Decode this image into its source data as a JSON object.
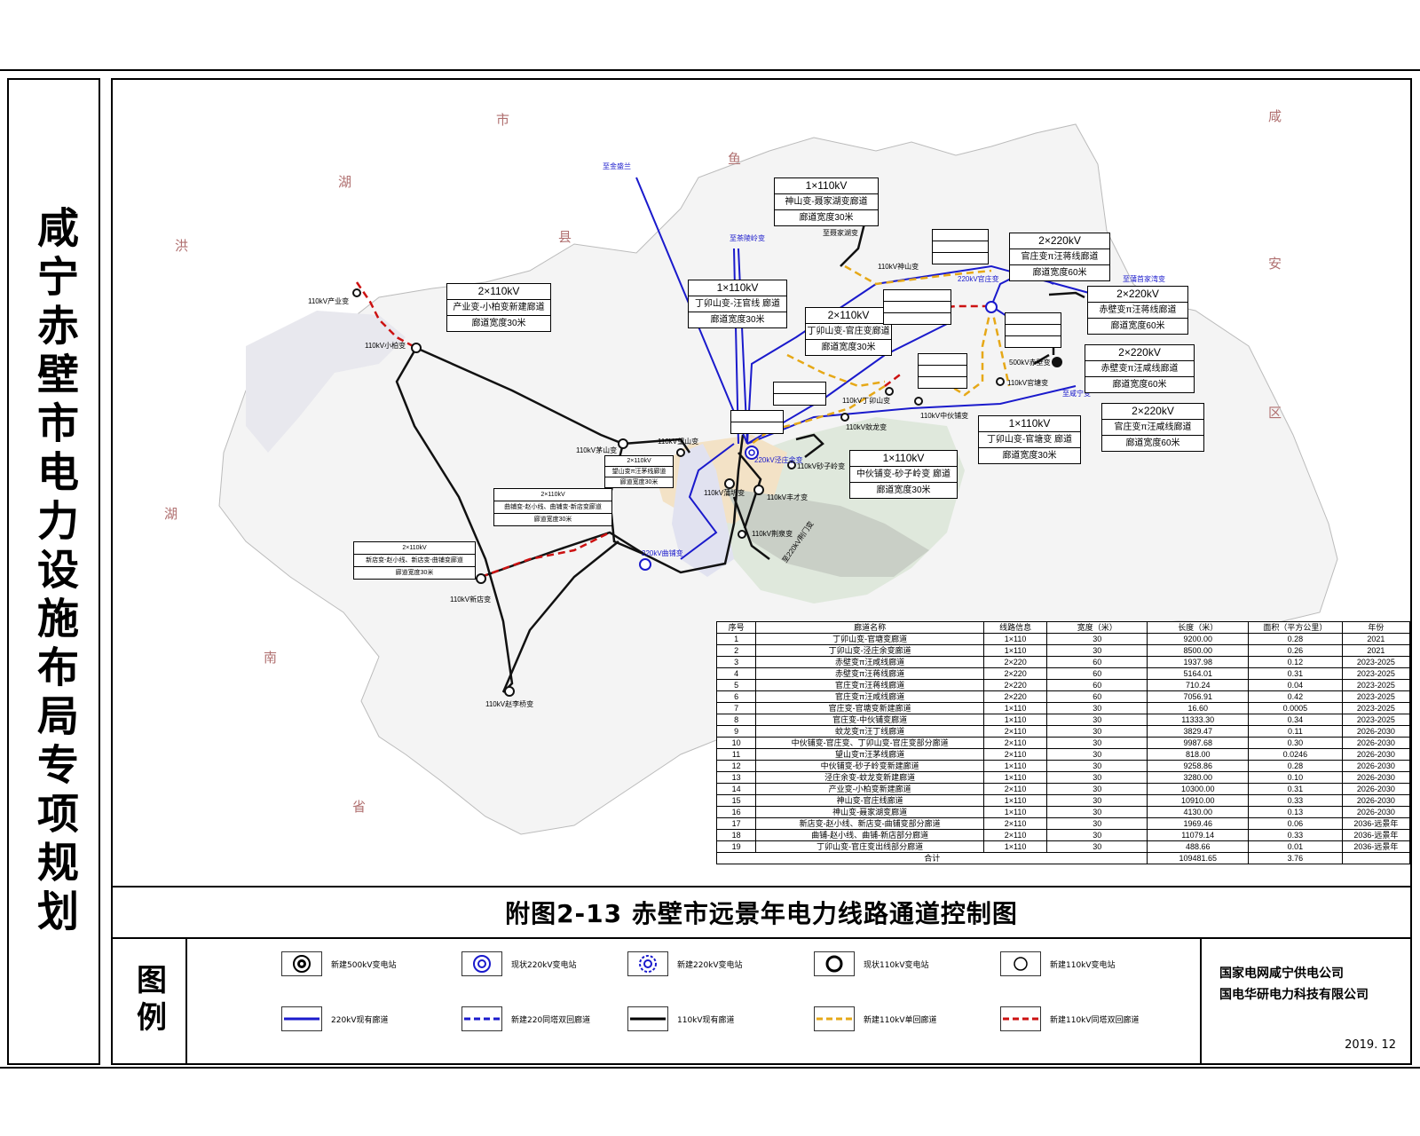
{
  "side_title": "咸宁赤壁市电力设施布局专项规划",
  "map_title": "附图2-13 赤壁市远景年电力线路通道控制图",
  "legend": {
    "heading": "图例",
    "items": [
      {
        "label": "新建500kV变电站",
        "icon": "double-ring-black"
      },
      {
        "label": "现状220kV变电站",
        "icon": "double-ring-blue"
      },
      {
        "label": "新建220kV变电站",
        "icon": "double-ring-blue-dashed"
      },
      {
        "label": "现状110kV变电站",
        "icon": "ring-black-thick"
      },
      {
        "label": "新建110kV变电站",
        "icon": "ring-black-thin"
      },
      {
        "label": "220kV现有廊道",
        "icon": "line-blue-solid"
      },
      {
        "label": "新建220同塔双回廊道",
        "icon": "line-blue-dashed"
      },
      {
        "label": "110kV现有廊道",
        "icon": "line-black-solid"
      },
      {
        "label": "新建110kV单回廊道",
        "icon": "line-orange-dashed"
      },
      {
        "label": "新建110kV同塔双回廊道",
        "icon": "line-red-dashed"
      }
    ]
  },
  "company": {
    "line1": "国家电网咸宁供电公司",
    "line2": "国电华研电力科技有限公司",
    "date": "2019. 12"
  },
  "regions": [
    "市",
    "鱼",
    "县",
    "湖",
    "洪",
    "湖",
    "南",
    "省",
    "咸",
    "安",
    "区"
  ],
  "stations": [
    "110kV产业变",
    "110kV小柏变",
    "110kV茅山变",
    "110kV望山变",
    "220kV泾庄余变",
    "110kV蒲圻变",
    "110kV丰才变",
    "110kV荆泉变",
    "220kV曲铺变",
    "110kV新店变",
    "110kV赵李桥变",
    "110kV丁卯山变",
    "110kV蚊龙变",
    "110kV砂子岭变",
    "110kV中伙铺变",
    "220kV官庄变",
    "110kV神山变",
    "500kV赤壁变",
    "110kV官塘变",
    "至聂家湖变",
    "至蒲首家湾变",
    "至金盛兰",
    "至茶陵岭变",
    "至咸宁变",
    "至220kV荆门变"
  ],
  "corridor_boxes": [
    {
      "voltage": "1×110kV",
      "name": "神山变-聂家湖变廊道",
      "width": "廊道宽度30米"
    },
    {
      "voltage": "2×220kV",
      "name": "官庄变π汪蒋线廊道",
      "width": "廊道宽度60米"
    },
    {
      "voltage": "2×220kV",
      "name": "赤壁变π汪蒋线廊道",
      "width": "廊道宽度60米"
    },
    {
      "voltage": "2×220kV",
      "name": "赤壁变π汪咸线廊道",
      "width": "廊道宽度60米"
    },
    {
      "voltage": "2×220kV",
      "name": "官庄变π汪咸线廊道",
      "width": "廊道宽度60米"
    },
    {
      "voltage": "1×110kV",
      "name": "丁卯山变-官塘变 廊道",
      "width": "廊道宽度30米"
    },
    {
      "voltage": "1×110kV",
      "name": "中伙铺变-砂子岭变 廊道",
      "width": "廊道宽度30米"
    },
    {
      "voltage": "2×110kV",
      "name": "丁卯山变-官庄变廊道",
      "width": "廊道宽度30米"
    },
    {
      "voltage": "1×110kV",
      "name": "丁卯山变-汪官线 廊道",
      "width": "廊道宽度30米"
    },
    {
      "voltage": "2×110kV",
      "name": "产业变-小柏变新建廊道",
      "width": "廊道宽度30米"
    },
    {
      "voltage": "2×110kV",
      "name": "望山变π汪茅线廊道",
      "width": "廊道宽度30米"
    },
    {
      "voltage": "2×110kV",
      "name": "曲铺变-赵小线、曲铺变-新店变廊道",
      "width": "廊道宽度30米"
    },
    {
      "voltage": "2×110kV",
      "name": "新店变-赵小线、新店变-曲铺变廊道",
      "width": "廊道宽度30米"
    }
  ],
  "table": {
    "headers": [
      "序号",
      "廊道名称",
      "线路信息",
      "宽度（米）",
      "长度（米）",
      "面积（平方公里）",
      "年份"
    ],
    "rows": [
      [
        "1",
        "丁卯山变-官塘变廊道",
        "1×110",
        "30",
        "9200.00",
        "0.28",
        "2021"
      ],
      [
        "2",
        "丁卯山变-泾庄余变廊道",
        "1×110",
        "30",
        "8500.00",
        "0.26",
        "2021"
      ],
      [
        "3",
        "赤壁变π汪咸线廊道",
        "2×220",
        "60",
        "1937.98",
        "0.12",
        "2023-2025"
      ],
      [
        "4",
        "赤壁变π汪蒋线廊道",
        "2×220",
        "60",
        "5164.01",
        "0.31",
        "2023-2025"
      ],
      [
        "5",
        "官庄变π汪蒋线廊道",
        "2×220",
        "60",
        "710.24",
        "0.04",
        "2023-2025"
      ],
      [
        "6",
        "官庄变π汪咸线廊道",
        "2×220",
        "60",
        "7056.91",
        "0.42",
        "2023-2025"
      ],
      [
        "7",
        "官庄变-官塘变新建廊道",
        "1×110",
        "30",
        "16.60",
        "0.0005",
        "2023-2025"
      ],
      [
        "8",
        "官庄变-中伙铺变廊道",
        "1×110",
        "30",
        "11333.30",
        "0.34",
        "2023-2025"
      ],
      [
        "9",
        "蚊龙变π汪丁线廊道",
        "2×110",
        "30",
        "3829.47",
        "0.11",
        "2026-2030"
      ],
      [
        "10",
        "中伙铺变-官庄变、丁卯山变-官庄变部分廊道",
        "2×110",
        "30",
        "9987.68",
        "0.30",
        "2026-2030"
      ],
      [
        "11",
        "望山变π汪茅线廊道",
        "2×110",
        "30",
        "818.00",
        "0.0246",
        "2026-2030"
      ],
      [
        "12",
        "中伙铺变-砂子岭变新建廊道",
        "1×110",
        "30",
        "9258.86",
        "0.28",
        "2026-2030"
      ],
      [
        "13",
        "泾庄余变-蚊龙变新建廊道",
        "1×110",
        "30",
        "3280.00",
        "0.10",
        "2026-2030"
      ],
      [
        "14",
        "产业变-小柏变新建廊道",
        "2×110",
        "30",
        "10300.00",
        "0.31",
        "2026-2030"
      ],
      [
        "15",
        "神山变-官庄线廊道",
        "1×110",
        "30",
        "10910.00",
        "0.33",
        "2026-2030"
      ],
      [
        "16",
        "神山变-聂家湖变廊道",
        "1×110",
        "30",
        "4130.00",
        "0.13",
        "2026-2030"
      ],
      [
        "17",
        "新店变-赵小线、新店变-曲铺变部分廊道",
        "2×110",
        "30",
        "1969.46",
        "0.06",
        "2036-远景年"
      ],
      [
        "18",
        "曲铺-赵小线、曲铺-新店部分廊道",
        "2×110",
        "30",
        "11079.14",
        "0.33",
        "2036-远景年"
      ],
      [
        "19",
        "丁卯山变-官庄变出线部分廊道",
        "1×110",
        "30",
        "488.66",
        "0.01",
        "2036-远景年"
      ]
    ],
    "total_label": "合计",
    "total_length": "109481.65",
    "total_area": "3.76"
  }
}
